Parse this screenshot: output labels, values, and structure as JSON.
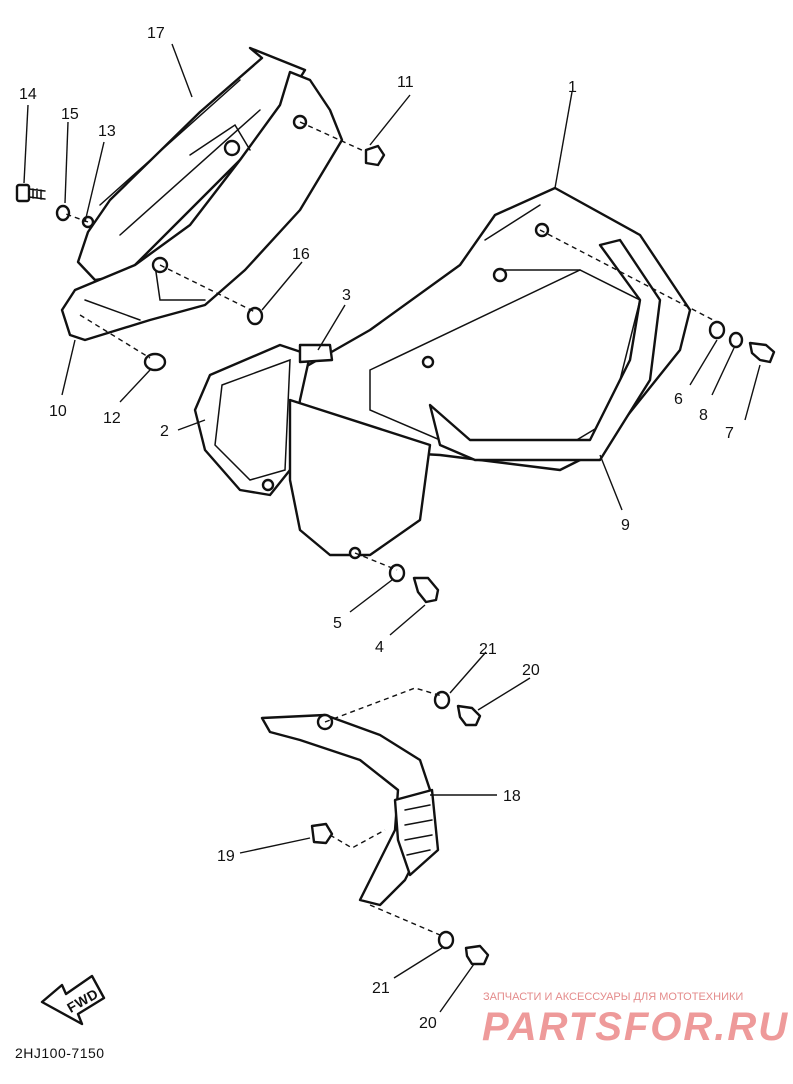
{
  "callouts": [
    "1",
    "2",
    "3",
    "4",
    "5",
    "6",
    "7",
    "8",
    "9",
    "10",
    "11",
    "12",
    "13",
    "14",
    "15",
    "16",
    "17",
    "18",
    "19",
    "20",
    "21",
    "21",
    "20"
  ],
  "diagram_code": "2HJ100-7150",
  "fwd_label": "FWD",
  "watermark": {
    "tagline": "ЗАПЧАСТИ И АКСЕССУАРЫ ДЛЯ МОТОТЕХНИКИ",
    "brand": "PARTSFOR.RU"
  },
  "colors": {
    "line": "#111111",
    "watermark": "#ee9a9a"
  }
}
